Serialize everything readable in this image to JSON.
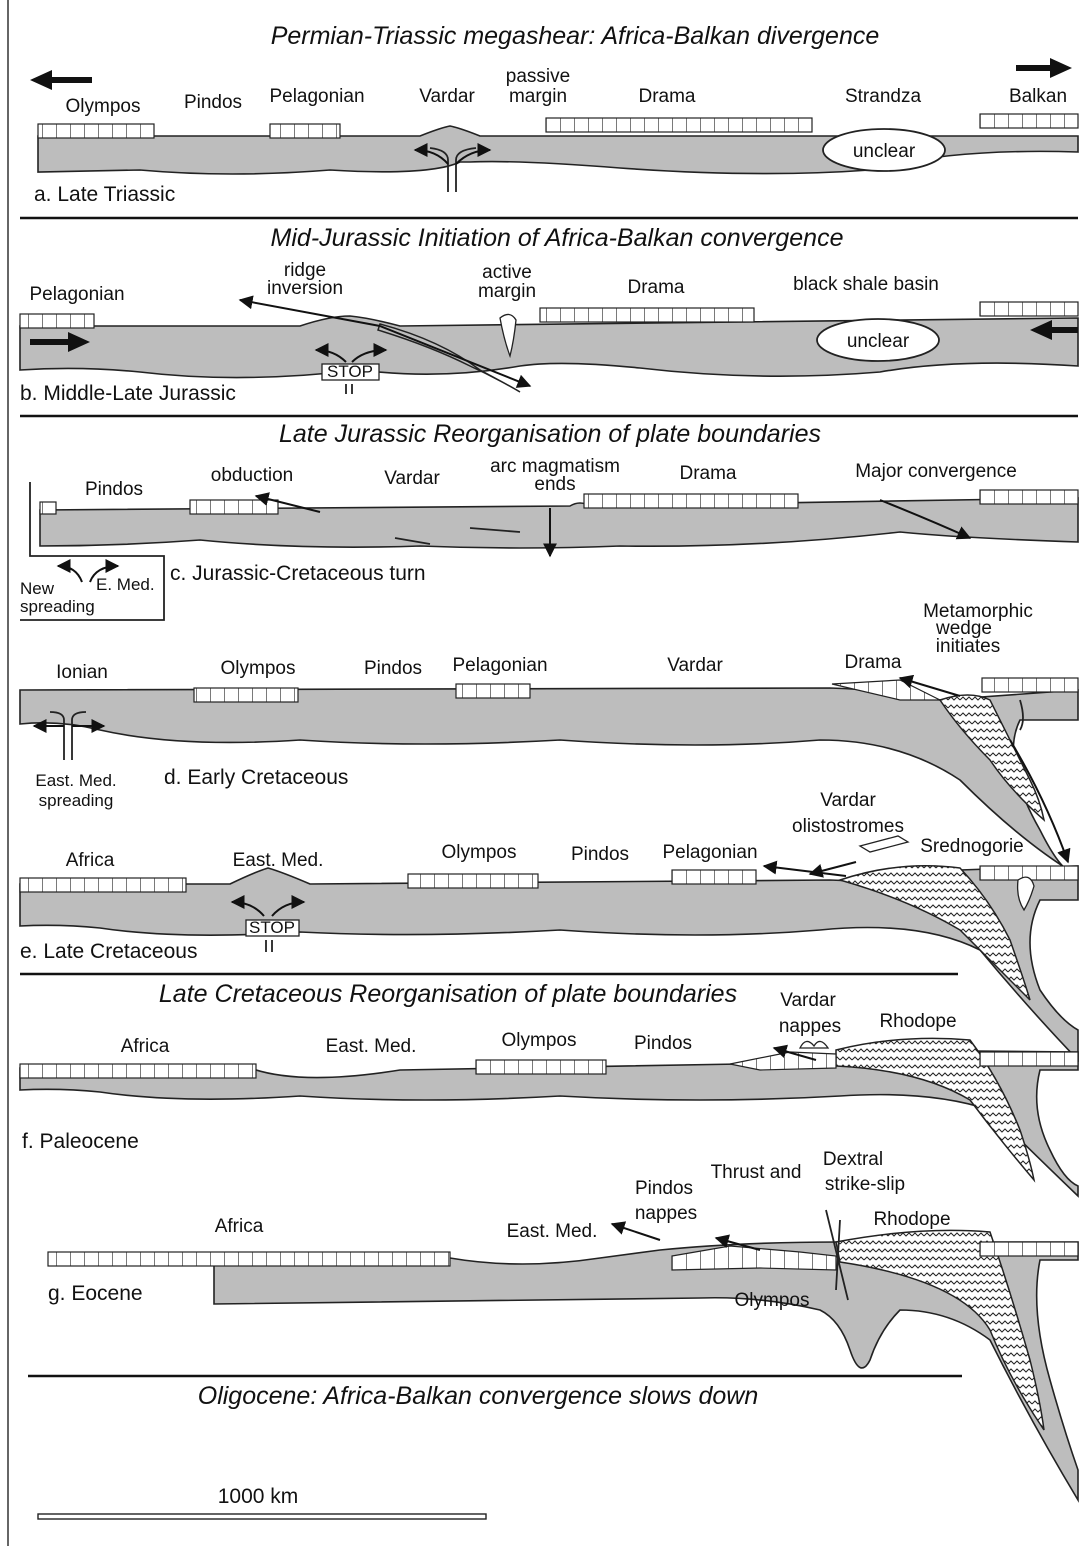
{
  "panels": {
    "a": {
      "heading": "Permian-Triassic megashear: Africa-Balkan divergence",
      "labels": [
        "Olympos",
        "Pindos",
        "Pelagonian",
        "Vardar",
        "Drama",
        "Strandza",
        "Balkan"
      ],
      "passive_margin_1": "passive",
      "passive_margin_2": "margin",
      "ellipse": "unclear",
      "stage": "a. Late Triassic"
    },
    "b": {
      "heading": "Mid-Jurassic Initiation of Africa-Balkan convergence",
      "labels": [
        "Pelagonian",
        "Drama",
        "black shale basin"
      ],
      "ridge_1": "ridge",
      "ridge_2": "inversion",
      "active_1": "active",
      "active_2": "margin",
      "ellipse": "unclear",
      "stop": "STOP",
      "stage": "b. Middle-Late Jurassic"
    },
    "c": {
      "heading": "Late Jurassic Reorganisation of plate boundaries",
      "labels": [
        "Pindos",
        "obduction",
        "Vardar",
        "Drama",
        "Major convergence"
      ],
      "arc_1": "arc magmatism",
      "arc_2": "ends",
      "inset_1": "New",
      "inset_2": "E. Med.",
      "inset_3": "spreading",
      "stage": "c. Jurassic-Cretaceous turn"
    },
    "d": {
      "labels": [
        "Ionian",
        "Olympos",
        "Pindos",
        "Pelagonian",
        "Vardar",
        "Drama"
      ],
      "meta_1": "Metamorphic",
      "meta_2": "wedge",
      "meta_3": "initiates",
      "spread_1": "East. Med.",
      "spread_2": "spreading",
      "stage": "d. Early Cretaceous"
    },
    "e": {
      "labels": [
        "Africa",
        "East. Med.",
        "Olympos",
        "Pindos",
        "Pelagonian",
        "Srednogorie"
      ],
      "olisto_1": "Vardar",
      "olisto_2": "olistostromes",
      "stop": "STOP",
      "stage": "e. Late Cretaceous"
    },
    "f": {
      "heading": "Late Cretaceous Reorganisation of plate boundaries",
      "labels": [
        "Africa",
        "East. Med.",
        "Olympos",
        "Pindos",
        "Rhodope"
      ],
      "nappes_1": "Vardar",
      "nappes_2": "nappes",
      "stage": "f. Paleocene"
    },
    "g": {
      "labels": [
        "Africa",
        "East. Med.",
        "Rhodope",
        "Olympos"
      ],
      "pindos_1": "Pindos",
      "pindos_2": "nappes",
      "thrust": "Thrust and",
      "dextral_1": "Dextral",
      "dextral_2": "strike-slip",
      "stage": "g. Eocene"
    },
    "final_heading": "Oligocene: Africa-Balkan convergence slows down"
  },
  "scale_bar": "1000 km"
}
